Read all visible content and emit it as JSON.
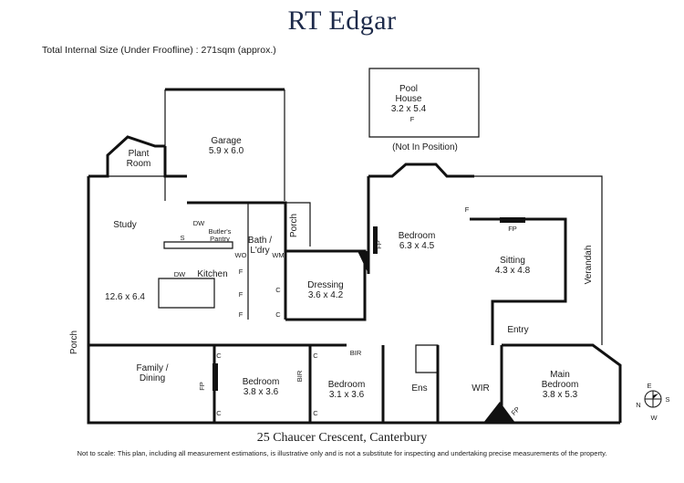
{
  "brand": "RT Edgar",
  "total_size": "Total Internal Size (Under Froofline) : 271sqm (approx.)",
  "address": "25 Chaucer Crescent, Canterbury",
  "disclaimer": "Not to scale: This plan, including all measurement estimations, is illustrative only and is not a substitute for inspecting and undertaking precise measurements of the property.",
  "pool_house": {
    "name_line1": "Pool",
    "name_line2": "House",
    "size": "3.2 x 5.4",
    "note": "(Not In Position)",
    "fixture": "F"
  },
  "rooms": {
    "garage": {
      "name": "Garage",
      "size": "5.9 x 6.0"
    },
    "plant_room": {
      "line1": "Plant",
      "line2": "Room"
    },
    "study": {
      "name": "Study"
    },
    "kitchen_area": {
      "size": "12.6 x 6.4"
    },
    "kitchen": {
      "name": "Kitchen"
    },
    "butlers_pantry": {
      "line1": "Butler's",
      "line2": "Pantry"
    },
    "bath_ldry": {
      "line1": "Bath /",
      "line2": "L'dry"
    },
    "porch_side": {
      "name": "Porch"
    },
    "porch_front": {
      "name": "Porch"
    },
    "family_dining": {
      "line1": "Family /",
      "line2": "Dining"
    },
    "dressing": {
      "name": "Dressing",
      "size": "3.6 x 4.2"
    },
    "bedroom_large": {
      "name": "Bedroom",
      "size": "6.3 x 4.5"
    },
    "sitting": {
      "name": "Sitting",
      "size": "4.3 x 4.8"
    },
    "verandah": {
      "name": "Verandah"
    },
    "entry": {
      "name": "Entry"
    },
    "bedroom_left": {
      "name": "Bedroom",
      "size": "3.8 x 3.6"
    },
    "bedroom_mid": {
      "name": "Bedroom",
      "size": "3.1 x 3.6"
    },
    "ens": {
      "name": "Ens"
    },
    "wir": {
      "name": "WIR"
    },
    "main_bedroom": {
      "line1": "Main",
      "line2": "Bedroom",
      "size": "3.8 x 5.3"
    }
  },
  "fixtures": {
    "dw": "DW",
    "s": "S",
    "wo": "WO",
    "wm": "WM",
    "f": "F",
    "c": "C",
    "fp": "FP",
    "bir": "BIR"
  },
  "compass": {
    "n": "N",
    "e": "E",
    "s": "S",
    "w": "W"
  }
}
